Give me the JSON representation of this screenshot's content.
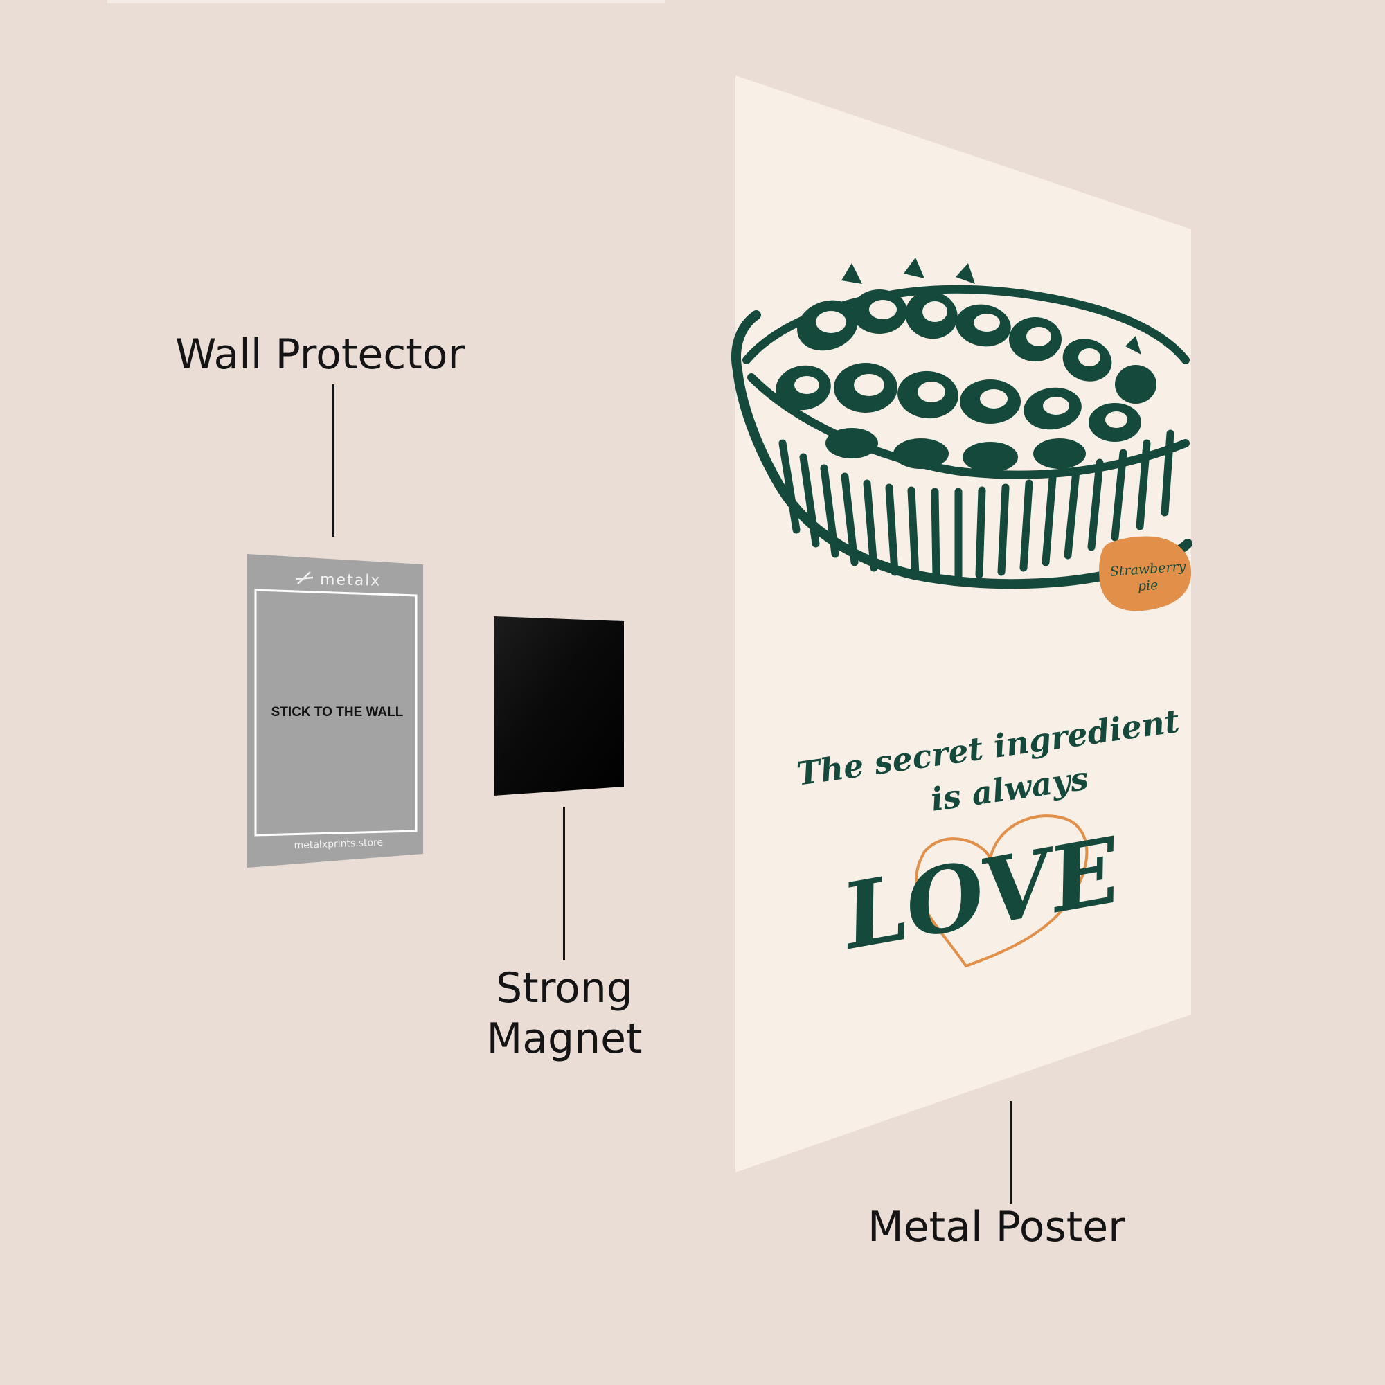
{
  "labels": {
    "wall_protector": "Wall Protector",
    "strong_magnet_line1": "Strong",
    "strong_magnet_line2": "Magnet",
    "metal_poster": "Metal Poster"
  },
  "wall_protector_card": {
    "brand": "metalx",
    "instruction": "STICK TO THE WALL",
    "website": "metalxprints.store"
  },
  "poster": {
    "badge_line1": "Strawberry",
    "badge_line2": "pie",
    "quote_line1": "The secret ingredient",
    "quote_line2": "is always",
    "quote_love": "LOVE"
  },
  "colors": {
    "background": "#e9ddd5",
    "poster": "#f8efe7",
    "ink_green": "#14493b",
    "accent_orange": "#e28f49",
    "protector_grey": "#a3a3a3",
    "magnet_black": "#050505"
  }
}
